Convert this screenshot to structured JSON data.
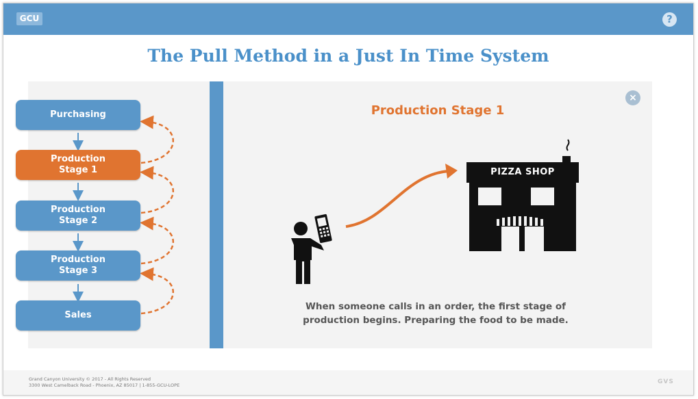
{
  "header": {
    "logo_text": "GCU",
    "help_label": "?"
  },
  "page_title": "The Pull Method in a Just In Time System",
  "flow": {
    "nodes": [
      {
        "label": "Purchasing",
        "active": false
      },
      {
        "label": "Production\nStage 1",
        "active": true
      },
      {
        "label": "Production\nStage 2",
        "active": false
      },
      {
        "label": "Production\nStage 3",
        "active": false
      },
      {
        "label": "Sales",
        "active": false
      }
    ]
  },
  "detail": {
    "heading": "Production Stage 1",
    "close_label": "×",
    "shop_sign": "PIZZA SHOP",
    "description": "When someone calls in an order, the first stage of production begins. Preparing the food to be made."
  },
  "footer": {
    "line1": "Grand Canyon University © 2017 - All Rights Reserved",
    "line2": "3300 West Camelback Road - Phoenix, AZ 85017 | 1-855-GCU-LOPE",
    "mark": "GVS"
  },
  "colors": {
    "brand_blue": "#5a97c9",
    "accent_orange": "#e07430",
    "panel_gray": "#f3f3f3"
  }
}
